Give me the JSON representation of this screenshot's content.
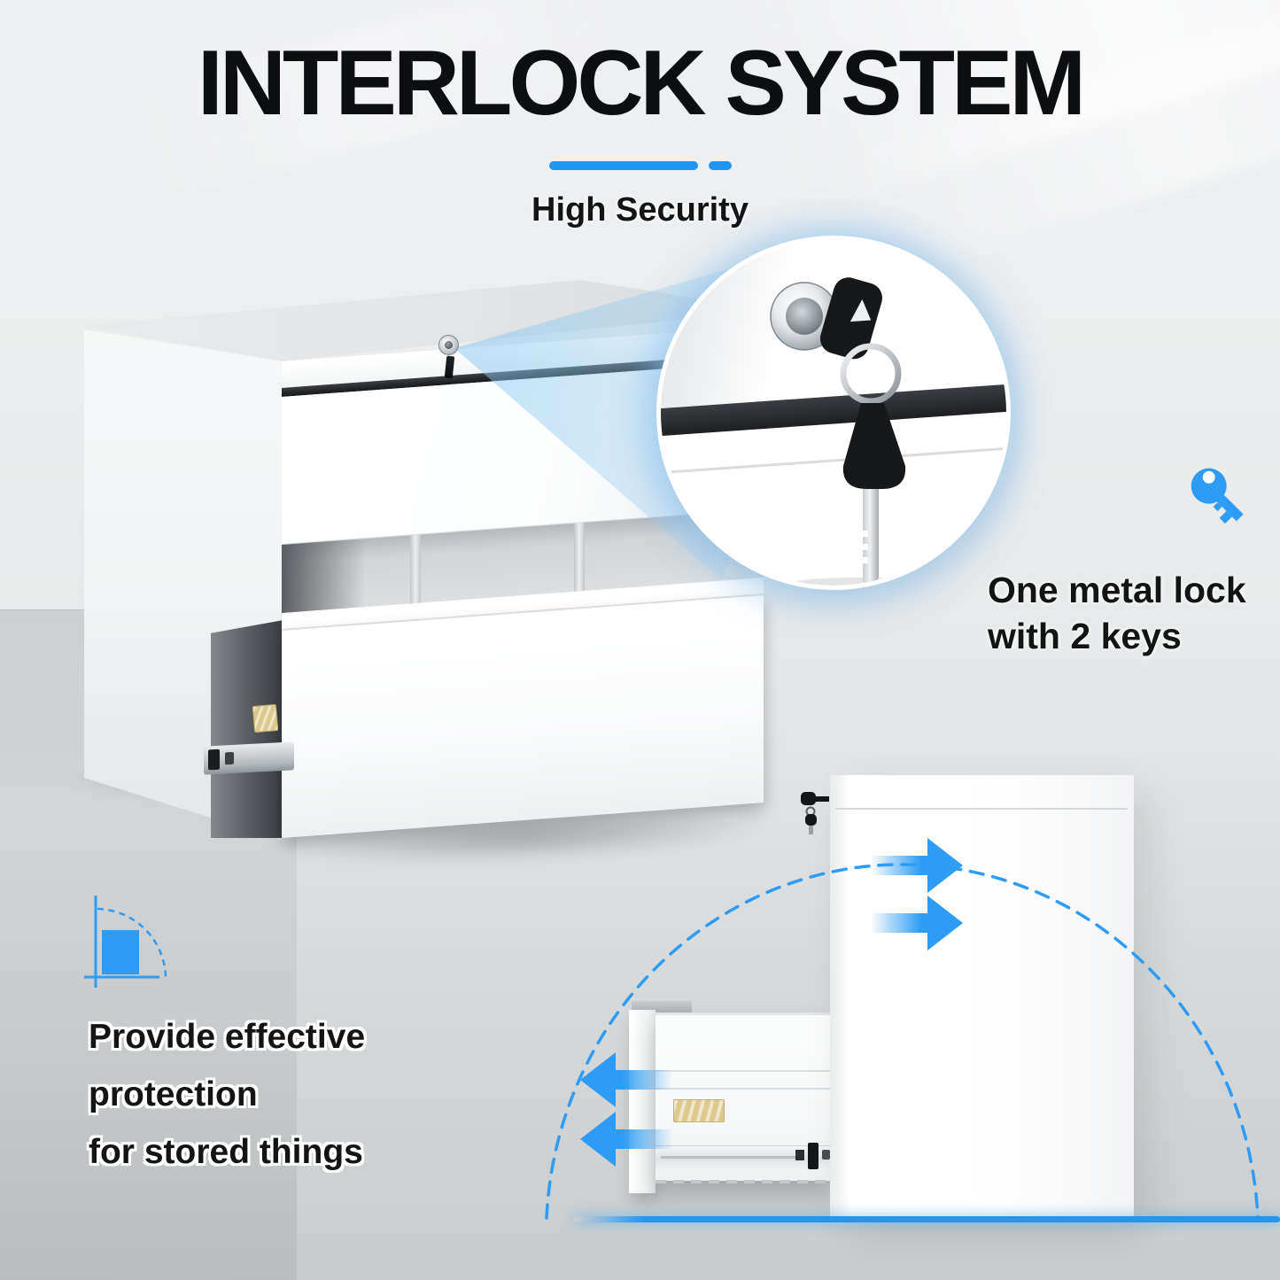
{
  "header": {
    "title": "INTERLOCK SYSTEM",
    "subtitle": "High Security"
  },
  "features": {
    "metal_lock": {
      "icon": "key-icon",
      "line1": "One metal lock",
      "line2": "with 2 keys"
    },
    "protection": {
      "icon": "corner-ruler-icon",
      "line1": "Provide effective",
      "line2": "protection",
      "line3": "for stored things"
    }
  },
  "colors": {
    "accent_blue": "#2e9cf4",
    "divider_blue": "#1e96f0",
    "text_black": "#0d0e10",
    "gold_label": "#dbc98e",
    "drawer_gap_dark": "#2b2e31",
    "background_gray": "#e8eaec"
  }
}
